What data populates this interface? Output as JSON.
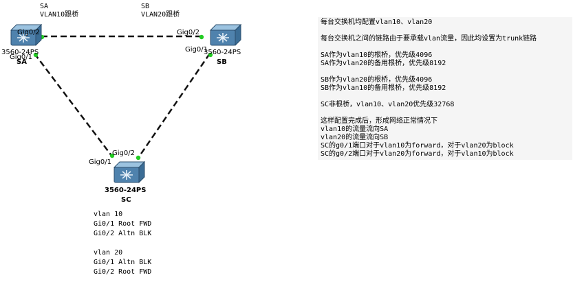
{
  "colors": {
    "link": "#111111",
    "port_up": "#22cc22",
    "switch_body": "#5b8db8",
    "switch_top": "#8fb8d8",
    "note_bg": "#f5f5f5"
  },
  "switches": [
    {
      "id": "SA",
      "name": "SA",
      "model": "3560-24PS",
      "note_lines": [
        "SA",
        "VLAN10跟桥"
      ]
    },
    {
      "id": "SB",
      "name": "SB",
      "model": "3560-24PS",
      "note_lines": [
        "SB",
        "VLAN20跟桥"
      ]
    },
    {
      "id": "SC",
      "name": "SC",
      "model": "3560-24PS"
    }
  ],
  "ports": {
    "sa_g02": "Gig0/2",
    "sa_g01": "Gig0/1",
    "sb_g02": "Gig0/2",
    "sb_g01": "Gig0/1",
    "sc_g02": "Gig0/2",
    "sc_g01": "Gig0/1"
  },
  "sc_status": [
    "vlan 10",
    "Gi0/1 Root FWD",
    "Gi0/2 Altn BLK",
    "",
    "vlan 20",
    "Gi0/1 Altn BLK",
    "Gi0/2 Root FWD"
  ],
  "notes": [
    "每台交换机均配置vlan10、vlan20",
    "",
    "每台交换机之间的链路由于要承载vlan流量，因此均设置为trunk链路",
    "",
    "SA作为vlan10的根桥，优先级4096",
    "SA作为vlan20的备用根桥，优先级8192",
    "",
    "SB作为vlan20的根桥，优先级4096",
    "SB作为vlan10的备用根桥，优先级8192",
    "",
    "SC非根桥，vlan10、vlan20优先级32768",
    "",
    "这样配置完成后，形成网络正常情况下",
    "vlan10的流量流向SA",
    "vlan20的流量流向SB",
    "SC的g0/1端口对于vlan10为forward，对于vlan20为block",
    "SC的g0/2端口对于vlan20为forward，对于vlan10为block"
  ]
}
